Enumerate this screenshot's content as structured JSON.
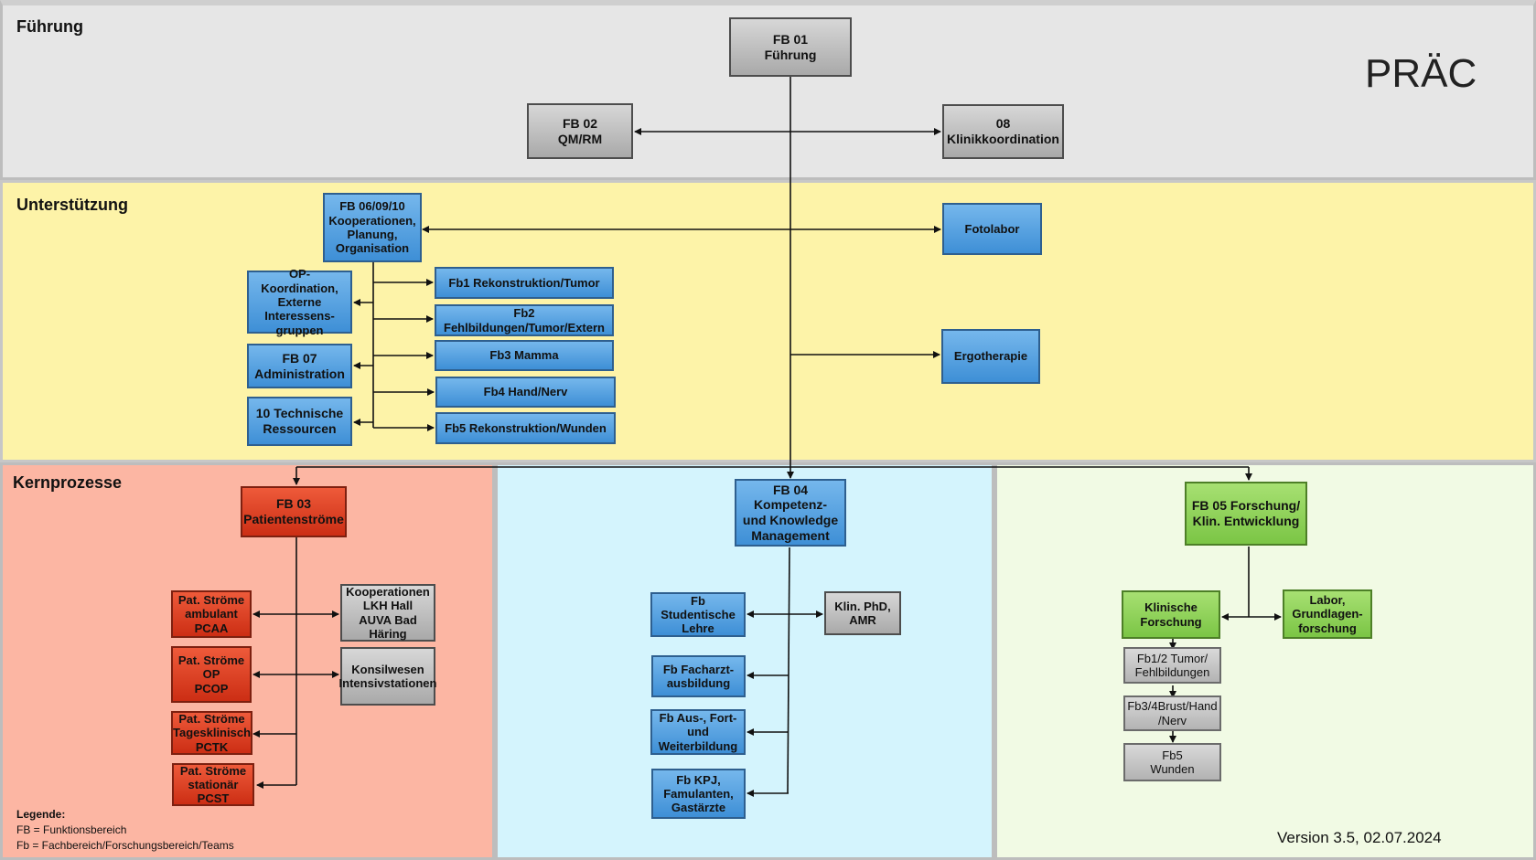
{
  "bands": {
    "fuehrung": "Führung",
    "unterstuetzung": "Unterstützung",
    "kernprozesse": "Kernprozesse"
  },
  "brand": "PRÄC",
  "colors": {
    "fuehrung_band": "#e6e6e6",
    "unterstuetzung_band": "#fdf3a8",
    "kern_red_band": "#fcb6a3",
    "kern_blue_band": "#d4f4fd",
    "kern_green_band": "#f1fae4"
  },
  "nodes": {
    "fb01": "FB 01\nFührung",
    "fb02": "FB  02\nQM/RM",
    "k08": "08\nKlinikkoordination",
    "fb060910": "FB 06/09/10\nKooperationen,\nPlanung,\nOrganisation",
    "fotolabor": "Fotolabor",
    "ergotherapie": "Ergotherapie",
    "opkoord": "OP-Koordination,\nExterne\nInteressens-\ngruppen",
    "fb07": "FB 07\nAdministration",
    "techn10": "10 Technische\nRessourcen",
    "fb1": "Fb1 Rekonstruktion/Tumor",
    "fb2": "Fb2\nFehlbildungen/Tumor/Extern",
    "fb3": "Fb3 Mamma",
    "fb4": "Fb4 Hand/Nerv",
    "fb5": "Fb5 Rekonstruktion/Wunden",
    "fb03": "FB 03\nPatientenströme",
    "pcaa": "Pat. Ströme\nambulant\nPCAA",
    "pcop": "Pat. Ströme\nOP\nPCOP",
    "pctk": "Pat. Ströme\nTagesklinisch\nPCTK",
    "pcst": "Pat. Ströme\nstationär\nPCST",
    "koop_lkh": "Kooperationen\nLKH Hall\nAUVA Bad\nHäring",
    "konsil": "Konsilwesen\nIntensivstationen",
    "fb04": "FB 04 Kompetenz-\nund Knowledge\nManagement",
    "stud": "Fb Studentische\nLehre",
    "phd": "Klin. PhD,\nAMR",
    "facharzt": "Fb Facharzt-\nausbildung",
    "ausfort": "Fb Aus-, Fort-\nund\nWeiterbildung",
    "kpj": "Fb KPJ,\nFamulanten,\nGastärzte",
    "fb05": "FB 05 Forschung/\nKlin. Entwicklung",
    "klinforsch": "Klinische\nForschung",
    "labor": "Labor,\nGrundlagen-\nforschung",
    "fb12": "Fb1/2 Tumor/\nFehlbildungen",
    "fb34": "Fb3/4Brust/Hand\n/Nerv",
    "fb5w": "Fb5\nWunden"
  },
  "legend": {
    "title": "Legende:",
    "line1": "FB = Funktionsbereich",
    "line2": "Fb = Fachbereich/Forschungsbereich/Teams"
  },
  "version": "Version 3.5, 02.07.2024"
}
